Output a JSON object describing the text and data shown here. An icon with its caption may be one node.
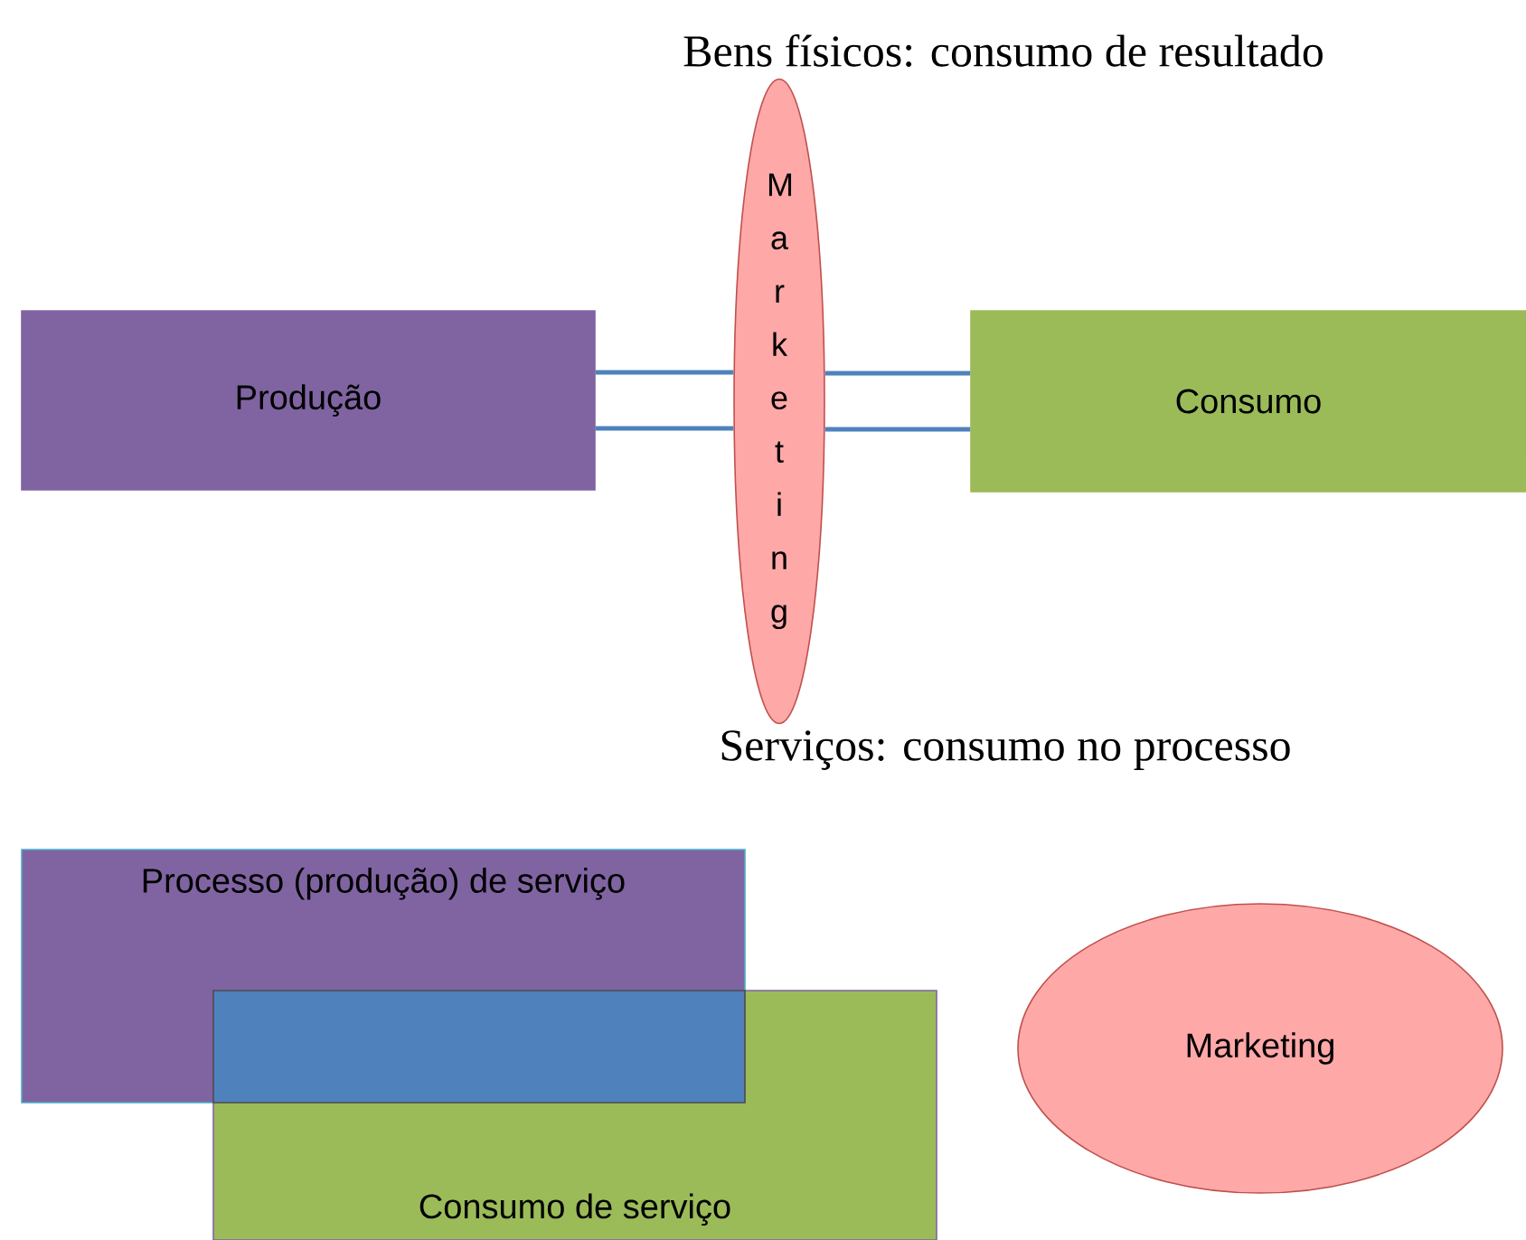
{
  "diagram": {
    "nodes": [
      {
        "text": [
          "Produção"
        ]
      },
      {
        "text": [
          "Marketing"
        ]
      },
      {
        "text": [
          "Consumo"
        ]
      },
      {
        "text": [
          "Processo (produção) de serviço"
        ]
      },
      {
        "text": [
          "Consumo de serviço"
        ]
      },
      {
        "text": [
          "Marketing"
        ]
      },
      {
        "text": [],
        "shape": "box"
      }
    ],
    "edges": [
      {
        "from": 0,
        "to": 1,
        "arrow": "none"
      },
      {
        "from": 0,
        "to": 1,
        "arrow": "none"
      },
      {
        "from": 1,
        "to": 2,
        "arrow": "none"
      },
      {
        "from": 1,
        "to": 2,
        "arrow": "none"
      }
    ],
    "labels": [
      "Bens físicos: consumo de resultado",
      "Serviços: consumo no processo"
    ]
  }
}
